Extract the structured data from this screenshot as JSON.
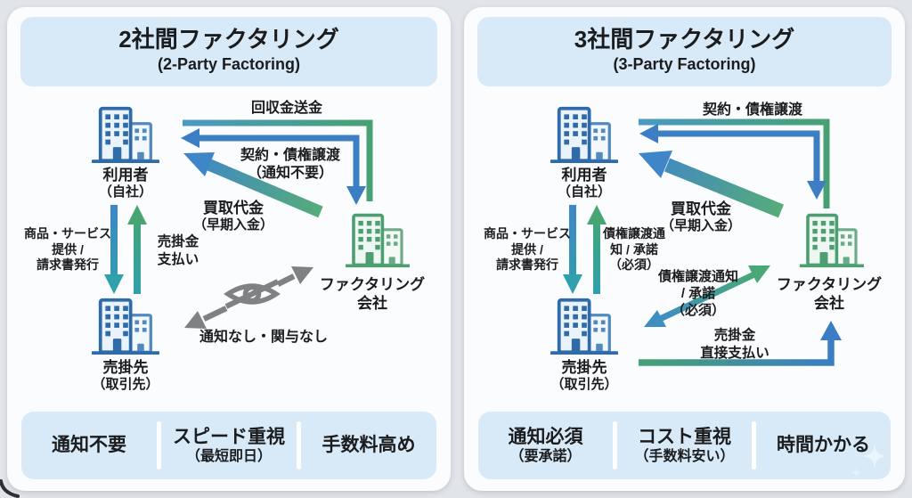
{
  "colors": {
    "background": "#e1e5ea",
    "panel": "#fbfcfd",
    "header_box": "#d8eaf7",
    "arrow_blue": "#3b7ec4",
    "arrow_green": "#47a173",
    "arrow_teal": "#2fa0ac",
    "arrow_gray": "#7f8285",
    "building_blue": "#2e6ba8",
    "building_green": "#4d9e71",
    "text": "#1b1c1e"
  },
  "left_panel": {
    "title": "2社間ファクタリング",
    "subtitle": "(2-Party Factoring)",
    "nodes": {
      "user": {
        "name": "利用者",
        "note": "（自社）"
      },
      "debtor": {
        "name": "売掛先",
        "note": "（取引先）"
      },
      "factor": {
        "name1": "ファクタリング",
        "name2": "会社"
      }
    },
    "labels": {
      "collection": "回収金送金",
      "contract1": "契約・債権譲渡",
      "contract2": "（通知不要）",
      "purchase1": "買取代金",
      "purchase2": "（早期入金）",
      "goods1": "商品・サービス",
      "goods2": "提供 /",
      "goods3": "請求書発行",
      "receivable1": "売掛金",
      "receivable2": "支払い",
      "no_notice": "通知なし・関与なし"
    },
    "footer": [
      {
        "main": "通知不要",
        "sub": ""
      },
      {
        "main": "スピード重視",
        "sub": "（最短即日）"
      },
      {
        "main": "手数料高め",
        "sub": ""
      }
    ]
  },
  "right_panel": {
    "title": "3社間ファクタリング",
    "subtitle": "(3-Party Factoring)",
    "nodes": {
      "user": {
        "name": "利用者",
        "note": "（自社）"
      },
      "debtor": {
        "name": "売掛先",
        "note": "（取引先）"
      },
      "factor": {
        "name1": "ファクタリング",
        "name2": "会社"
      }
    },
    "labels": {
      "contract": "契約・債権譲渡",
      "purchase1": "買取代金",
      "purchase2": "（早期入金）",
      "goods1": "商品・サービス",
      "goods2": "提供 /",
      "goods3": "請求書発行",
      "notice_v1": "債権譲渡通",
      "notice_v2": "知 / 承諾",
      "notice_v3": "（必須）",
      "notice_d1": "債権譲渡通知",
      "notice_d2": "/ 承諾",
      "notice_d3": "（必須）",
      "direct1": "売掛金",
      "direct2": "直接支払い"
    },
    "footer": [
      {
        "main": "通知必須",
        "sub": "（要承諾）"
      },
      {
        "main": "コスト重視",
        "sub": "（手数料安い）"
      },
      {
        "main": "時間かかる",
        "sub": ""
      }
    ]
  }
}
